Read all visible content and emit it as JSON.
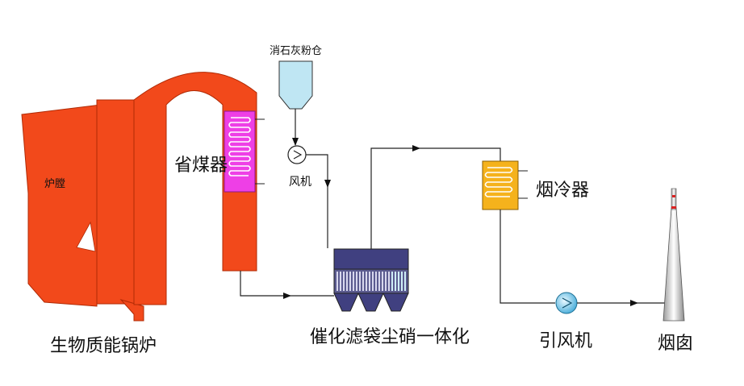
{
  "labels": {
    "furnace": "炉膛",
    "boiler": "生物质能锅炉",
    "economizer": "省煤器",
    "lime_silo": "消石灰粉仓",
    "fan": "风机",
    "filter": "催化滤袋尘硝一体化",
    "flue_cooler": "烟冷器",
    "induced_fan": "引风机",
    "chimney": "烟囱"
  },
  "colors": {
    "boiler": "#f2491b",
    "economizer": "#ee3fe6",
    "silo": "#bfe6f3",
    "filter": "#404080",
    "cooler": "#f5b21c",
    "fan": "#7fd2ef"
  }
}
